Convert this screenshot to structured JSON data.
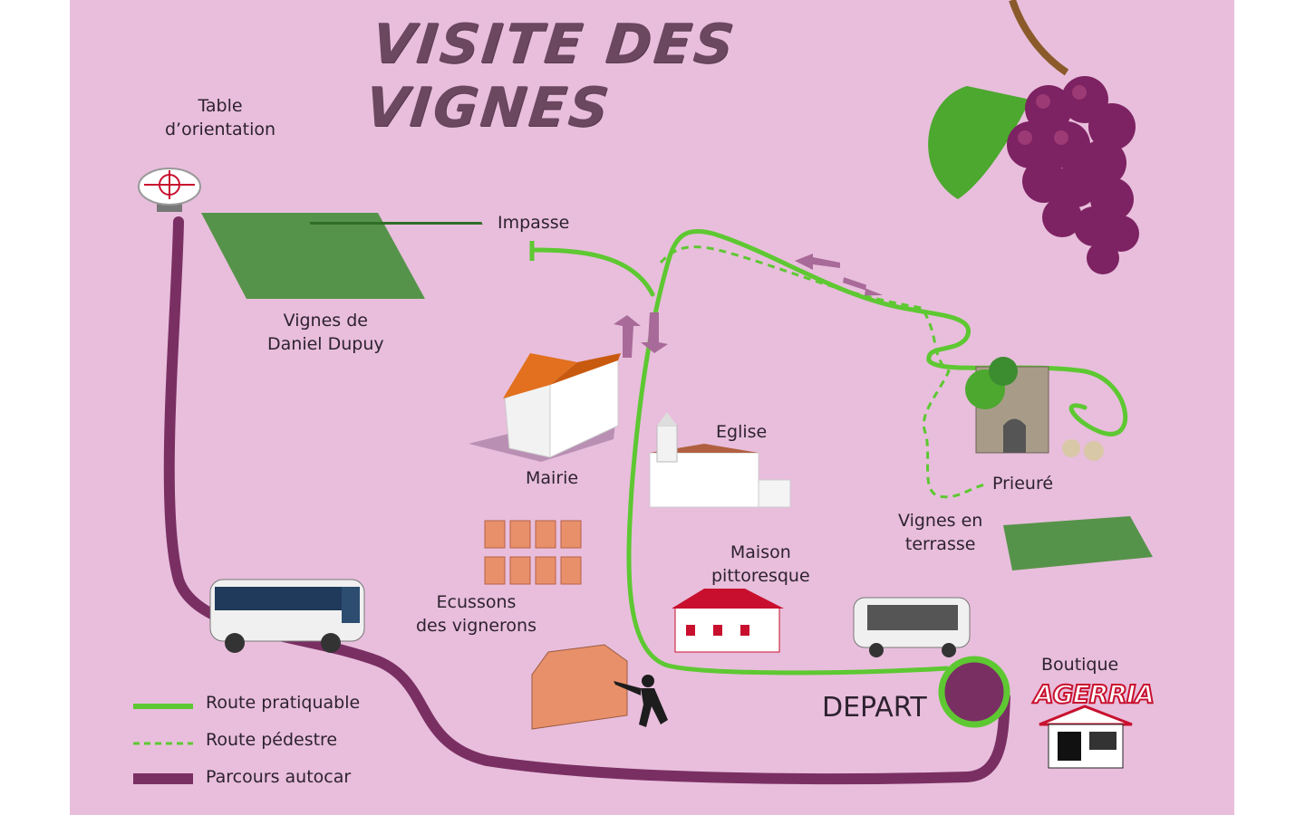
{
  "title": "VISITE DES VIGNES",
  "labels": {
    "table_orientation": [
      "Table",
      "d’orientation"
    ],
    "vignes_dupuy": [
      "Vignes de",
      "Daniel Dupuy"
    ],
    "impasse": [
      "Impasse"
    ],
    "mairie": [
      "Mairie"
    ],
    "eglise": [
      "Eglise"
    ],
    "prieure": [
      "Prieuré"
    ],
    "vignes_terrasse": [
      "Vignes en",
      "terrasse"
    ],
    "maison": [
      "Maison",
      "pittoresque"
    ],
    "ecussons": [
      "Ecussons",
      "des vignerons"
    ],
    "boutique": [
      "Boutique"
    ],
    "depart": "DEPART"
  },
  "shop_logo": "AGERRIA",
  "legend": [
    {
      "label": "Route pratiquable",
      "style": "solid",
      "color": "#5ec832"
    },
    {
      "label": "Route pédestre",
      "style": "dashed",
      "color": "#5ec832"
    },
    {
      "label": "Parcours autocar",
      "style": "solid-thick",
      "color": "#7a2f63"
    }
  ],
  "colors": {
    "background": "#e8bedc",
    "road": "#5ec832",
    "bus_route": "#7a2f63",
    "title": "#6b4760"
  },
  "icons": [
    "orientation-table-icon",
    "vineyard-icon",
    "grape-icon",
    "town-hall-icon",
    "church-icon",
    "priory-ruin-icon",
    "basque-house-icon",
    "crest-icon",
    "fronton-icon",
    "pelota-player-icon",
    "bus-icon",
    "tram-icon",
    "shop-icon"
  ]
}
